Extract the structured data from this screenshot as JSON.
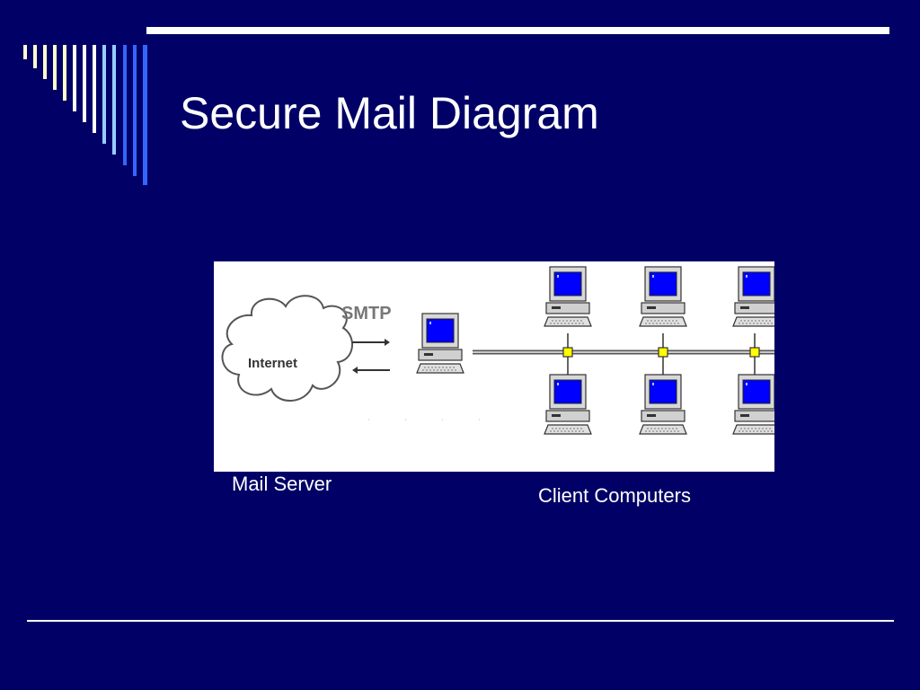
{
  "slide": {
    "title": "Secure Mail Diagram"
  },
  "diagram": {
    "internet_label": "Internet",
    "protocol_label": "SMTP",
    "server_caption": "Mail Server",
    "clients_caption": "Client Computers"
  },
  "colors": {
    "background": "#000066",
    "rule": "#ffffff",
    "stripe_light": "#ffffcc",
    "stripe_mid": "#99ccff",
    "stripe_blue": "#3366ff",
    "node_yellow": "#ffff00",
    "screen_blue": "#0000ff"
  }
}
